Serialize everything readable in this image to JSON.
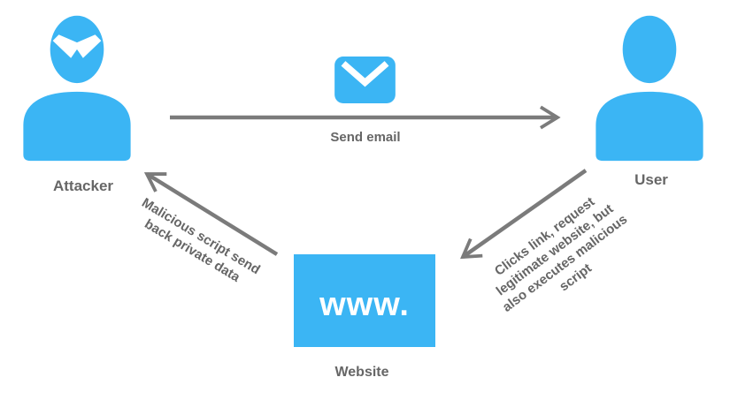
{
  "colors": {
    "accent_blue": "#3bb5f4",
    "arrow_gray": "#7b7b7b",
    "label_gray": "#666666"
  },
  "diagram": {
    "nodes": {
      "attacker": {
        "label": "Attacker",
        "icon": "attacker-person-icon"
      },
      "user": {
        "label": "User",
        "icon": "user-person-icon"
      },
      "website": {
        "label": "Website",
        "box_text": "www.",
        "icon": "www-browser-box"
      }
    },
    "edges": {
      "send_email": {
        "label": "Send email",
        "icon": "email-envelope-icon",
        "from": "Attacker",
        "to": "User"
      },
      "clicks_link": {
        "from": "User",
        "to": "Website",
        "lines": [
          "Clicks link, request",
          "legitimate website, but",
          "also executes malicious",
          "script"
        ]
      },
      "malicious_script": {
        "from": "Website",
        "to": "Attacker",
        "lines": [
          "Malicious script send",
          "back private data"
        ]
      }
    }
  }
}
